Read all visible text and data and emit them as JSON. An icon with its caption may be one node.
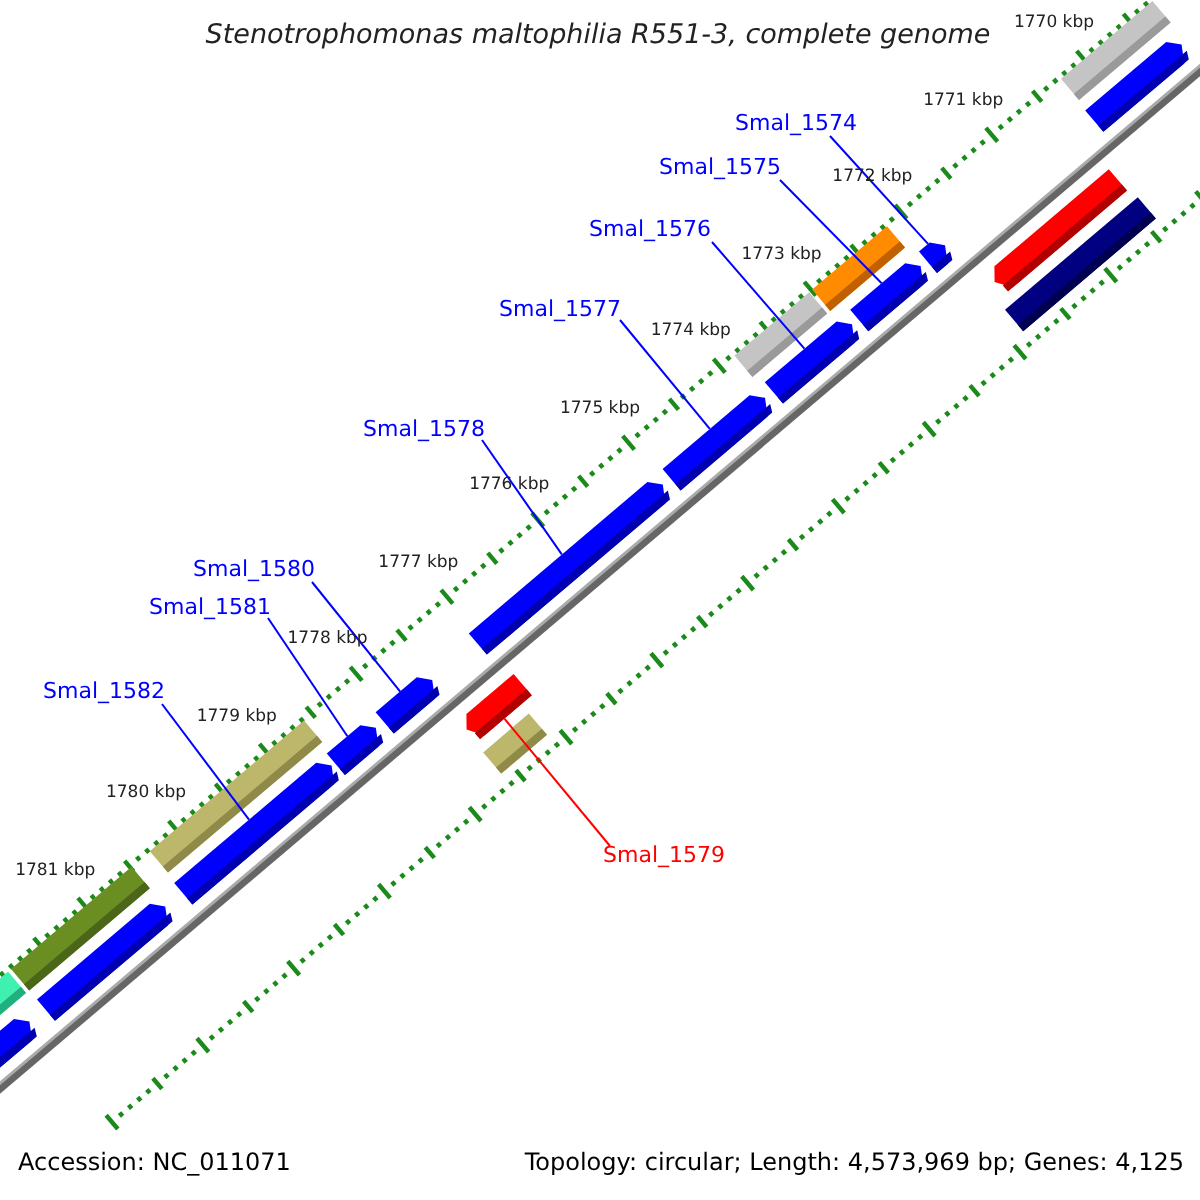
{
  "diagram": {
    "title": "Stenotrophomonas maltophilia R551-3, complete genome",
    "nodes": [
      {
        "text": [
          "Smal_1574"
        ]
      },
      {
        "text": [
          "Smal_1575"
        ]
      },
      {
        "text": [
          "Smal_1576"
        ]
      },
      {
        "text": [
          "Smal_1577"
        ]
      },
      {
        "text": [
          "Smal_1578"
        ]
      },
      {
        "text": [
          "Smal_1580"
        ]
      },
      {
        "text": [
          "Smal_1581"
        ]
      },
      {
        "text": [
          "Smal_1582"
        ]
      },
      {
        "text": [
          "Smal_1579"
        ]
      },
      {
        "text": [],
        "shape": "bar"
      },
      {
        "text": [],
        "shape": "arrow"
      },
      {
        "text": [],
        "shape": "arrow"
      },
      {
        "text": [],
        "shape": "bar"
      },
      {
        "text": [],
        "shape": "arrow"
      },
      {
        "text": [],
        "shape": "bar"
      },
      {
        "text": [],
        "shape": "arrow"
      },
      {
        "text": [],
        "shape": "arrow"
      },
      {
        "text": [],
        "shape": "bar"
      },
      {
        "text": [],
        "shape": "arrow"
      },
      {
        "text": [],
        "shape": "arrow"
      },
      {
        "text": [],
        "shape": "arrow"
      },
      {
        "text": [],
        "shape": "bar"
      },
      {
        "text": [],
        "shape": "arrow"
      },
      {
        "text": [],
        "shape": "arrow"
      },
      {
        "text": [],
        "shape": "bar"
      },
      {
        "text": [],
        "shape": "arrow"
      },
      {
        "text": [],
        "shape": "bar"
      },
      {
        "text": [],
        "shape": "arrow"
      },
      {
        "text": [],
        "shape": "arrow"
      },
      {
        "text": [],
        "shape": "bar"
      }
    ],
    "edges": [
      {
        "from": 0,
        "to": 13,
        "arrow": "none"
      },
      {
        "from": 1,
        "to": 15,
        "arrow": "none"
      },
      {
        "from": 2,
        "to": 16,
        "arrow": "none"
      },
      {
        "from": 3,
        "to": 18,
        "arrow": "none"
      },
      {
        "from": 4,
        "to": 19,
        "arrow": "none"
      },
      {
        "from": 5,
        "to": 22,
        "arrow": "none"
      },
      {
        "from": 6,
        "to": 23,
        "arrow": "none"
      },
      {
        "from": 7,
        "to": 25,
        "arrow": "none"
      },
      {
        "from": 8,
        "to": 20,
        "arrow": "none",
        "color": "#ff0000"
      }
    ],
    "labels": [
      "1770 kbp",
      "1771 kbp",
      "1772 kbp",
      "1773 kbp",
      "1774 kbp",
      "1775 kbp",
      "1776 kbp",
      "1777 kbp",
      "1778 kbp",
      "1779 kbp",
      "1780 kbp",
      "1781 kbp",
      "Accession: NC_011071",
      "Topology: circular; Length: 4,573,969 bp; Genes: 4,125"
    ]
  }
}
